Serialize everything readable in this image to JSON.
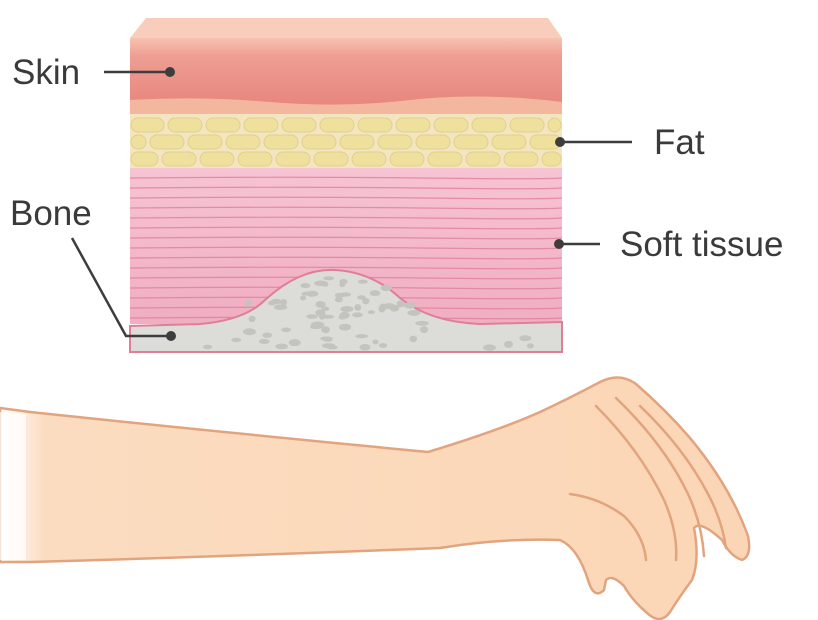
{
  "labels": {
    "skin": "Skin",
    "fat": "Fat",
    "bone": "Bone",
    "soft_tissue": "Soft tissue"
  },
  "colors": {
    "skin_top": "#f2b7a4",
    "skin_band": "#e98a82",
    "fat_band": "#f4e7c0",
    "fat_cell": "#efe09e",
    "soft_tissue": "#f3b6c9",
    "soft_tissue_lines": "#e07e98",
    "bone": "#d8d8d4",
    "bone_spot": "#c4c4be",
    "arm_skin": "#fbd9bb",
    "arm_outline": "#e4a57f",
    "leader": "#3d3d3d"
  }
}
